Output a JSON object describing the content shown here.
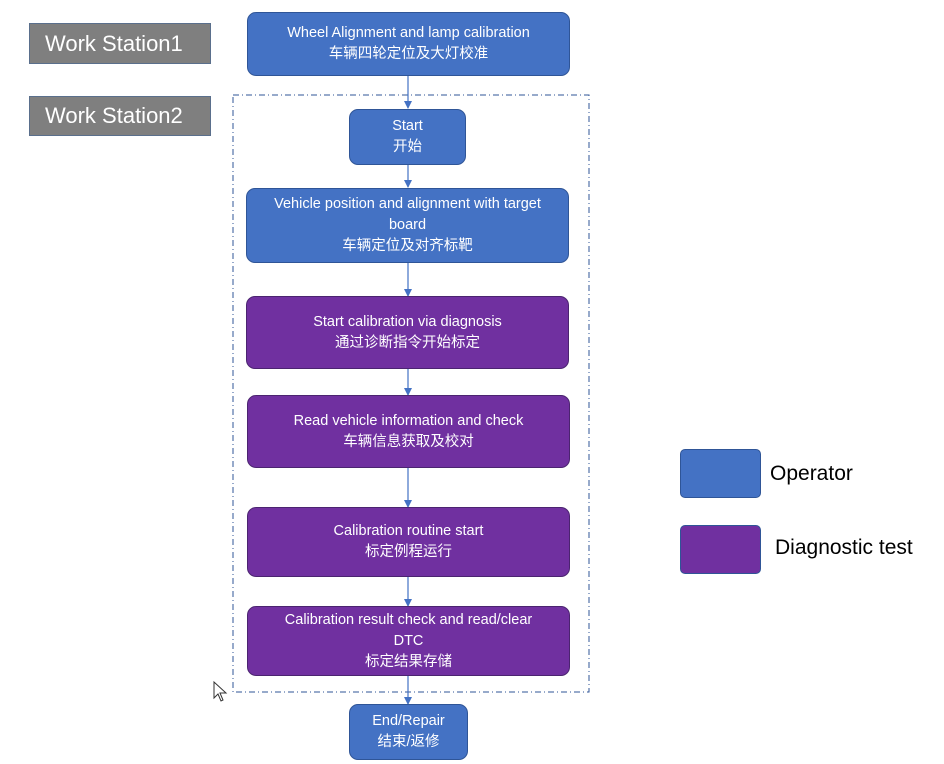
{
  "stations": {
    "ws1": "Work Station1",
    "ws2": "Work Station2"
  },
  "steps": {
    "wheel_alignment": {
      "en": "Wheel Alignment and lamp calibration",
      "zh": "车辆四轮定位及大灯校准",
      "role": "operator"
    },
    "start": {
      "en": "Start",
      "zh": "开始",
      "role": "operator"
    },
    "vehicle_position": {
      "en": "Vehicle position and alignment with target board",
      "zh": "车辆定位及对齐标靶",
      "role": "operator"
    },
    "start_calibration": {
      "en": "Start calibration via diagnosis",
      "zh": "通过诊断指令开始标定",
      "role": "diagnostic"
    },
    "read_vehicle_info": {
      "en": "Read vehicle information and check",
      "zh": "车辆信息获取及校对",
      "role": "diagnostic"
    },
    "calibration_routine": {
      "en": "Calibration routine start",
      "zh": "标定例程运行",
      "role": "diagnostic"
    },
    "calibration_result": {
      "en": "Calibration result check and  read/clear DTC",
      "zh": "标定结果存储",
      "role": "diagnostic"
    },
    "end_repair": {
      "en": "End/Repair",
      "zh": "结束/返修",
      "role": "operator"
    }
  },
  "legend": {
    "operator": "Operator",
    "diagnostic": "Diagnostic test"
  },
  "colors": {
    "operator": "#4472c4",
    "diagnostic": "#7030a0",
    "station_fill": "#7f7f7f",
    "connector": "#4472c4",
    "group_border": "#2f5597"
  }
}
